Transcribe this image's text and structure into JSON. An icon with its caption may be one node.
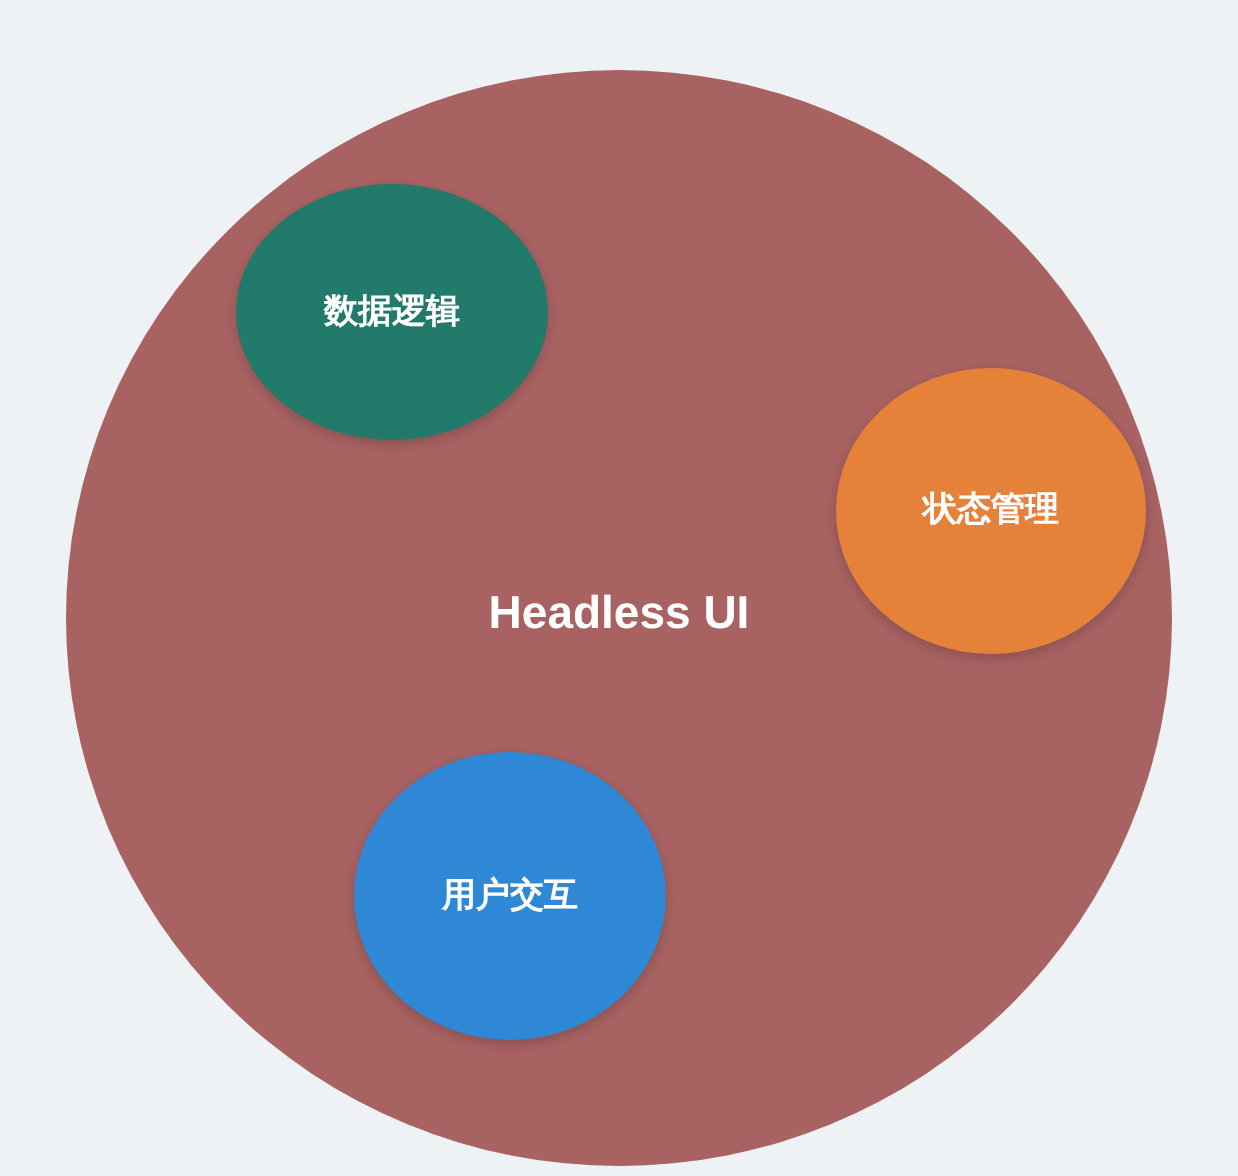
{
  "diagram": {
    "nodes": [
      {
        "text": [
          "Headless UI"
        ]
      },
      {
        "text": [
          "数据逻辑"
        ],
        "in": 0
      },
      {
        "text": [
          "状态管理"
        ],
        "in": 0
      },
      {
        "text": [
          "用户交互"
        ],
        "in": 0
      }
    ]
  }
}
